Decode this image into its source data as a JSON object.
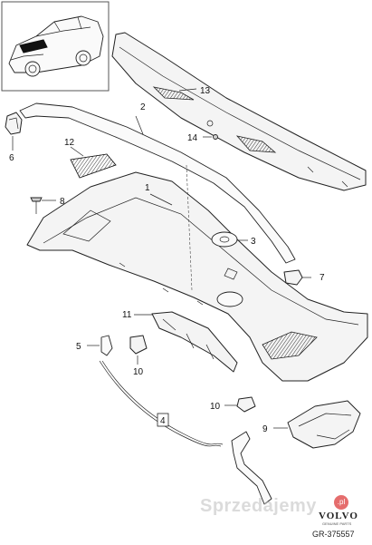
{
  "callouts": {
    "c1": "1",
    "c2": "2",
    "c3": "3",
    "c4": "4",
    "c5": "5",
    "c6": "6",
    "c7": "7",
    "c8": "8",
    "c9": "9",
    "c10a": "10",
    "c10b": "10",
    "c11": "11",
    "c12": "12",
    "c13": "13",
    "c14": "14"
  },
  "watermark": {
    "text": "Sprzedajemy",
    "dot": ".pl"
  },
  "branding": {
    "name": "VOLVO",
    "sub": "GENUINE PARTS",
    "reference": "GR-375557"
  },
  "colors": {
    "line": "#222222",
    "watermark_dot": "#dc3c3c"
  }
}
